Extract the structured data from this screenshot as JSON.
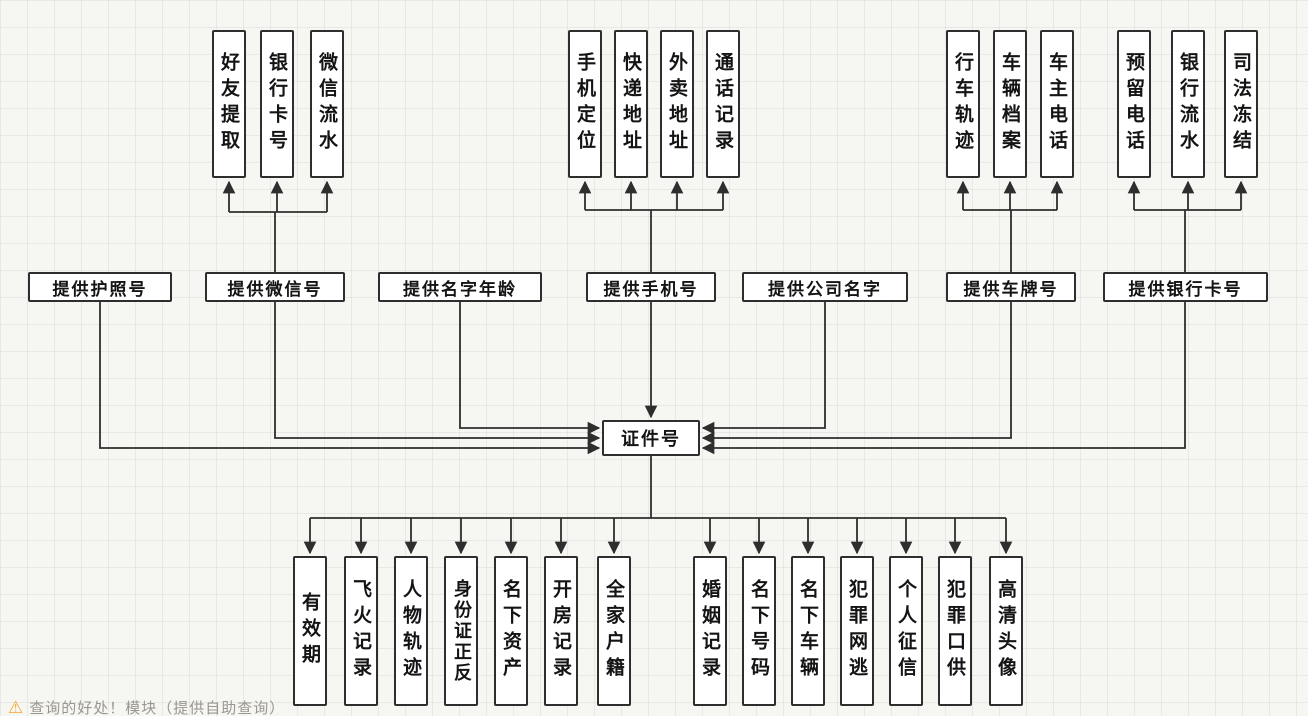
{
  "canvas": {
    "background": "#f6f6f3",
    "line_color": "#2e2e2e",
    "box_border_color": "#2e2e2e",
    "box_fill": "#ffffff",
    "warning_color": "#f3a72e"
  },
  "top_row": {
    "wechat_targets": [
      "好友提取",
      "银行卡号",
      "微信流水"
    ],
    "phone_targets": [
      "手机定位",
      "快递地址",
      "外卖地址",
      "通话记录"
    ],
    "plate_targets": [
      "行车轨迹",
      "车辆档案",
      "车主电话"
    ],
    "bankcard_targets": [
      "预留电话",
      "银行流水",
      "司法冻结"
    ]
  },
  "middle_row": [
    "提供护照号",
    "提供微信号",
    "提供名字年龄",
    "提供手机号",
    "提供公司名字",
    "提供车牌号",
    "提供银行卡号"
  ],
  "center": {
    "label": "证件号"
  },
  "bottom_row": [
    "有效期",
    "飞火记录",
    "人物轨迹",
    "身份证正反",
    "名下资产",
    "开房记录",
    "全家户籍",
    "婚姻记录",
    "名下号码",
    "名下车辆",
    "犯罪网逃",
    "个人征信",
    "犯罪口供",
    "高清头像"
  ],
  "footer": {
    "warning_icon": "⚠",
    "note": "查询的好处！模块（提供自助查询）"
  }
}
